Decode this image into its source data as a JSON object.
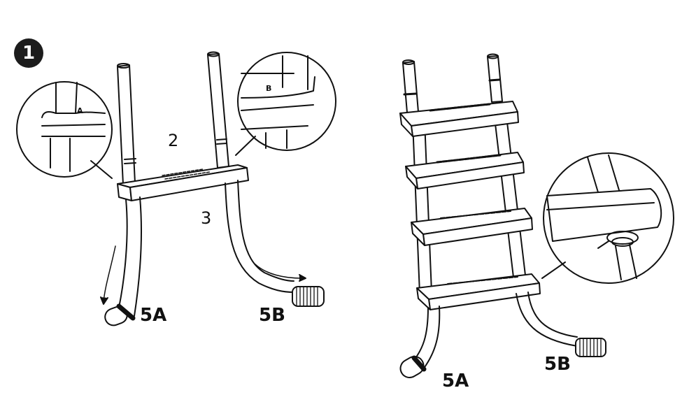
{
  "step_number": "1",
  "left_figure": {
    "label_2": "2",
    "label_3": "3",
    "label_5A": "5A",
    "label_5B": "5B",
    "detail_A": "A",
    "detail_B": "B"
  },
  "right_figure": {
    "label_5A": "5A",
    "label_5B": "5B"
  }
}
